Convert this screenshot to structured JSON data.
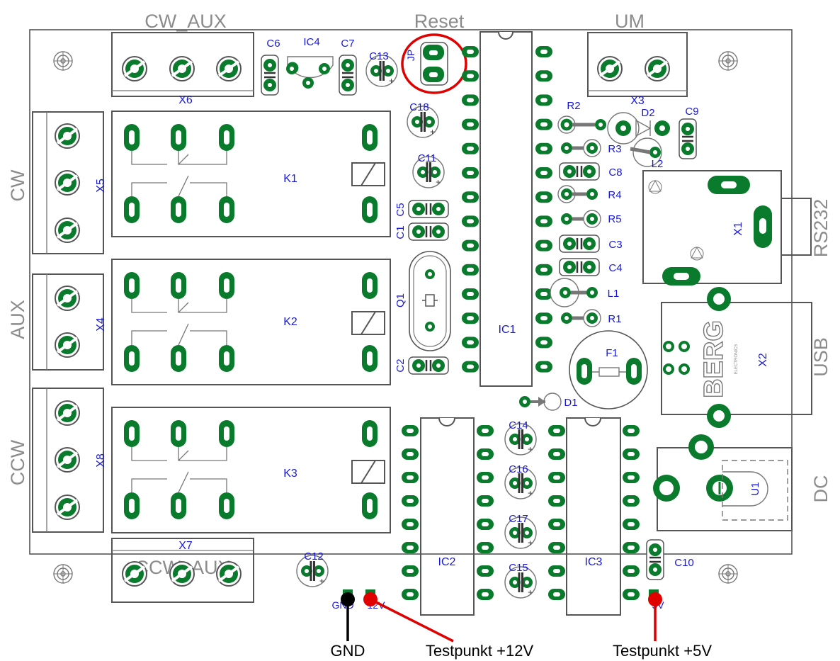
{
  "connectors": {
    "cw_aux": "CW_AUX",
    "um": "UM",
    "reset": "Reset",
    "cw": "CW",
    "aux": "AUX",
    "ccw": "CCW",
    "ccw_aux": "CCW_AUX",
    "rs232": "RS232",
    "usb": "USB",
    "dc": "DC"
  },
  "components": {
    "x6": "X6",
    "x3": "X3",
    "x5": "X5",
    "x4": "X4",
    "x8": "X8",
    "x7": "X7",
    "x1": "X1",
    "x2": "X2",
    "c6": "C6",
    "c7": "C7",
    "ic4": "IC4",
    "c13": "C13",
    "jp": "JP",
    "c18": "C18",
    "c11": "C11",
    "c5": "C5",
    "c1": "C1",
    "q1": "Q1",
    "c2": "C2",
    "k1": "K1",
    "k2": "K2",
    "k3": "K3",
    "ic1": "IC1",
    "ic2": "IC2",
    "ic3": "IC3",
    "r2": "R2",
    "r3": "R3",
    "r4": "R4",
    "r5": "R5",
    "r1": "R1",
    "c8": "C8",
    "c3": "C3",
    "c4": "C4",
    "l1": "L1",
    "l2": "L2",
    "d2": "D2",
    "c9": "C9",
    "f1": "F1",
    "d1": "D1",
    "c14": "C14",
    "c16": "C16",
    "c17": "C17",
    "c15": "C15",
    "c12": "C12",
    "c10": "C10",
    "u1": "U1"
  },
  "berg": {
    "brand": "BERG",
    "sub": "ELECTRONICS"
  },
  "test_points": {
    "gnd_small": "GND",
    "v12_small": "12V",
    "v5_small": "5V",
    "gnd": "GND",
    "tp12": "Testpunkt +12V",
    "tp5": "Testpunkt +5V"
  },
  "colors": {
    "pad": "#0a7a2c",
    "label": "#1818d8",
    "edge": "#8c8c8c",
    "marker": "#e00000"
  }
}
